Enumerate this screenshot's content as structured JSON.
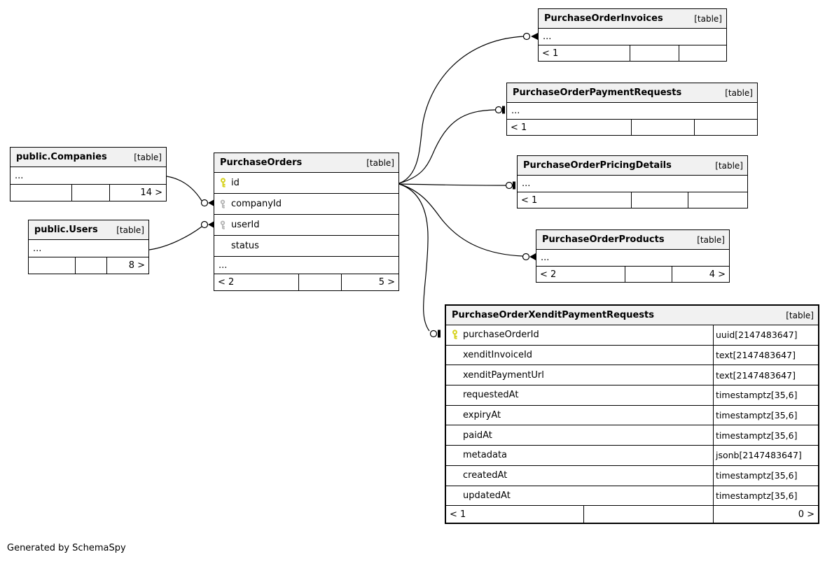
{
  "generated_note": "Generated by SchemaSpy",
  "colors": {
    "primary_key": "#d6d21e",
    "foreign_key": "#b5b5b5",
    "header_bg": "#f1f1f1",
    "line": "#000000"
  },
  "tables": {
    "companies": {
      "title": "public.Companies",
      "tag": "[table]",
      "dots": "...",
      "footer": {
        "c1": "",
        "c2": "",
        "c3": "14 >"
      }
    },
    "users": {
      "title": "public.Users",
      "tag": "[table]",
      "dots": "...",
      "footer": {
        "c1": "",
        "c2": "",
        "c3": "8 >"
      }
    },
    "purchase_orders": {
      "title": "PurchaseOrders",
      "tag": "[table]",
      "dots": "...",
      "columns": [
        {
          "name": "id",
          "key": "primary"
        },
        {
          "name": "companyId",
          "key": "foreign"
        },
        {
          "name": "userId",
          "key": "foreign"
        },
        {
          "name": "status",
          "key": "none"
        }
      ],
      "footer": {
        "c1": "< 2",
        "c2": "",
        "c3": "5 >"
      }
    },
    "invoices": {
      "title": "PurchaseOrderInvoices",
      "tag": "[table]",
      "dots": "...",
      "footer": {
        "c1": "< 1",
        "c2": "",
        "c3": ""
      }
    },
    "payment_requests": {
      "title": "PurchaseOrderPaymentRequests",
      "tag": "[table]",
      "dots": "...",
      "footer": {
        "c1": "< 1",
        "c2": "",
        "c3": ""
      }
    },
    "pricing_details": {
      "title": "PurchaseOrderPricingDetails",
      "tag": "[table]",
      "dots": "...",
      "footer": {
        "c1": "< 1",
        "c2": "",
        "c3": ""
      }
    },
    "products": {
      "title": "PurchaseOrderProducts",
      "tag": "[table]",
      "dots": "...",
      "footer": {
        "c1": "< 2",
        "c2": "",
        "c3": "4 >"
      }
    },
    "xendit": {
      "title": "PurchaseOrderXenditPaymentRequests",
      "tag": "[table]",
      "columns": [
        {
          "name": "purchaseOrderId",
          "key": "primary",
          "type": "uuid[2147483647]"
        },
        {
          "name": "xenditInvoiceId",
          "key": "none",
          "type": "text[2147483647]"
        },
        {
          "name": "xenditPaymentUrl",
          "key": "none",
          "type": "text[2147483647]"
        },
        {
          "name": "requestedAt",
          "key": "none",
          "type": "timestamptz[35,6]"
        },
        {
          "name": "expiryAt",
          "key": "none",
          "type": "timestamptz[35,6]"
        },
        {
          "name": "paidAt",
          "key": "none",
          "type": "timestamptz[35,6]"
        },
        {
          "name": "metadata",
          "key": "none",
          "type": "jsonb[2147483647]"
        },
        {
          "name": "createdAt",
          "key": "none",
          "type": "timestamptz[35,6]"
        },
        {
          "name": "updatedAt",
          "key": "none",
          "type": "timestamptz[35,6]"
        }
      ],
      "footer": {
        "c1": "< 1",
        "c2": "",
        "c3": "0 >"
      }
    }
  }
}
